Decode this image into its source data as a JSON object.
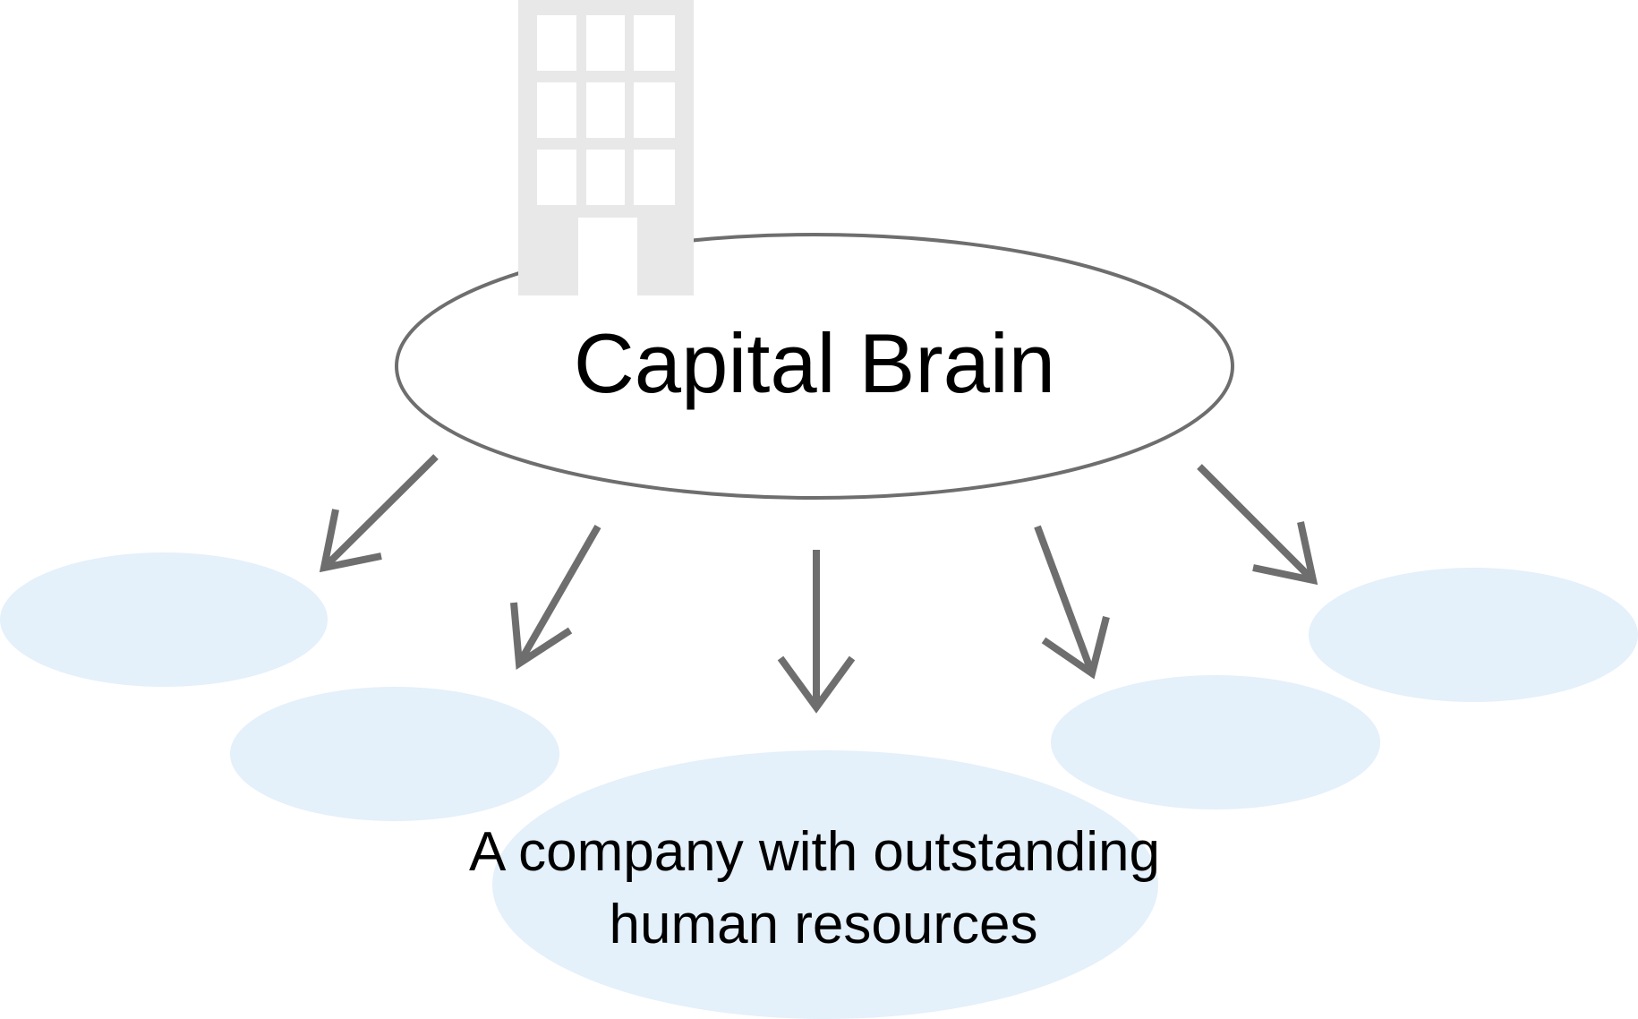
{
  "diagram": {
    "center_node": {
      "label": "Capital Brain",
      "icon": "office-building-icon"
    },
    "target_node": {
      "line1": "A company with outstanding",
      "line2": "human resources"
    },
    "other_targets_count": 4
  },
  "colors": {
    "background": "#ffffff",
    "center_stroke": "#6e6e6e",
    "arrow": "#6e6e6e",
    "target_fill": "#e4f0fa",
    "building": "#e8e8e8",
    "text": "#000000"
  }
}
